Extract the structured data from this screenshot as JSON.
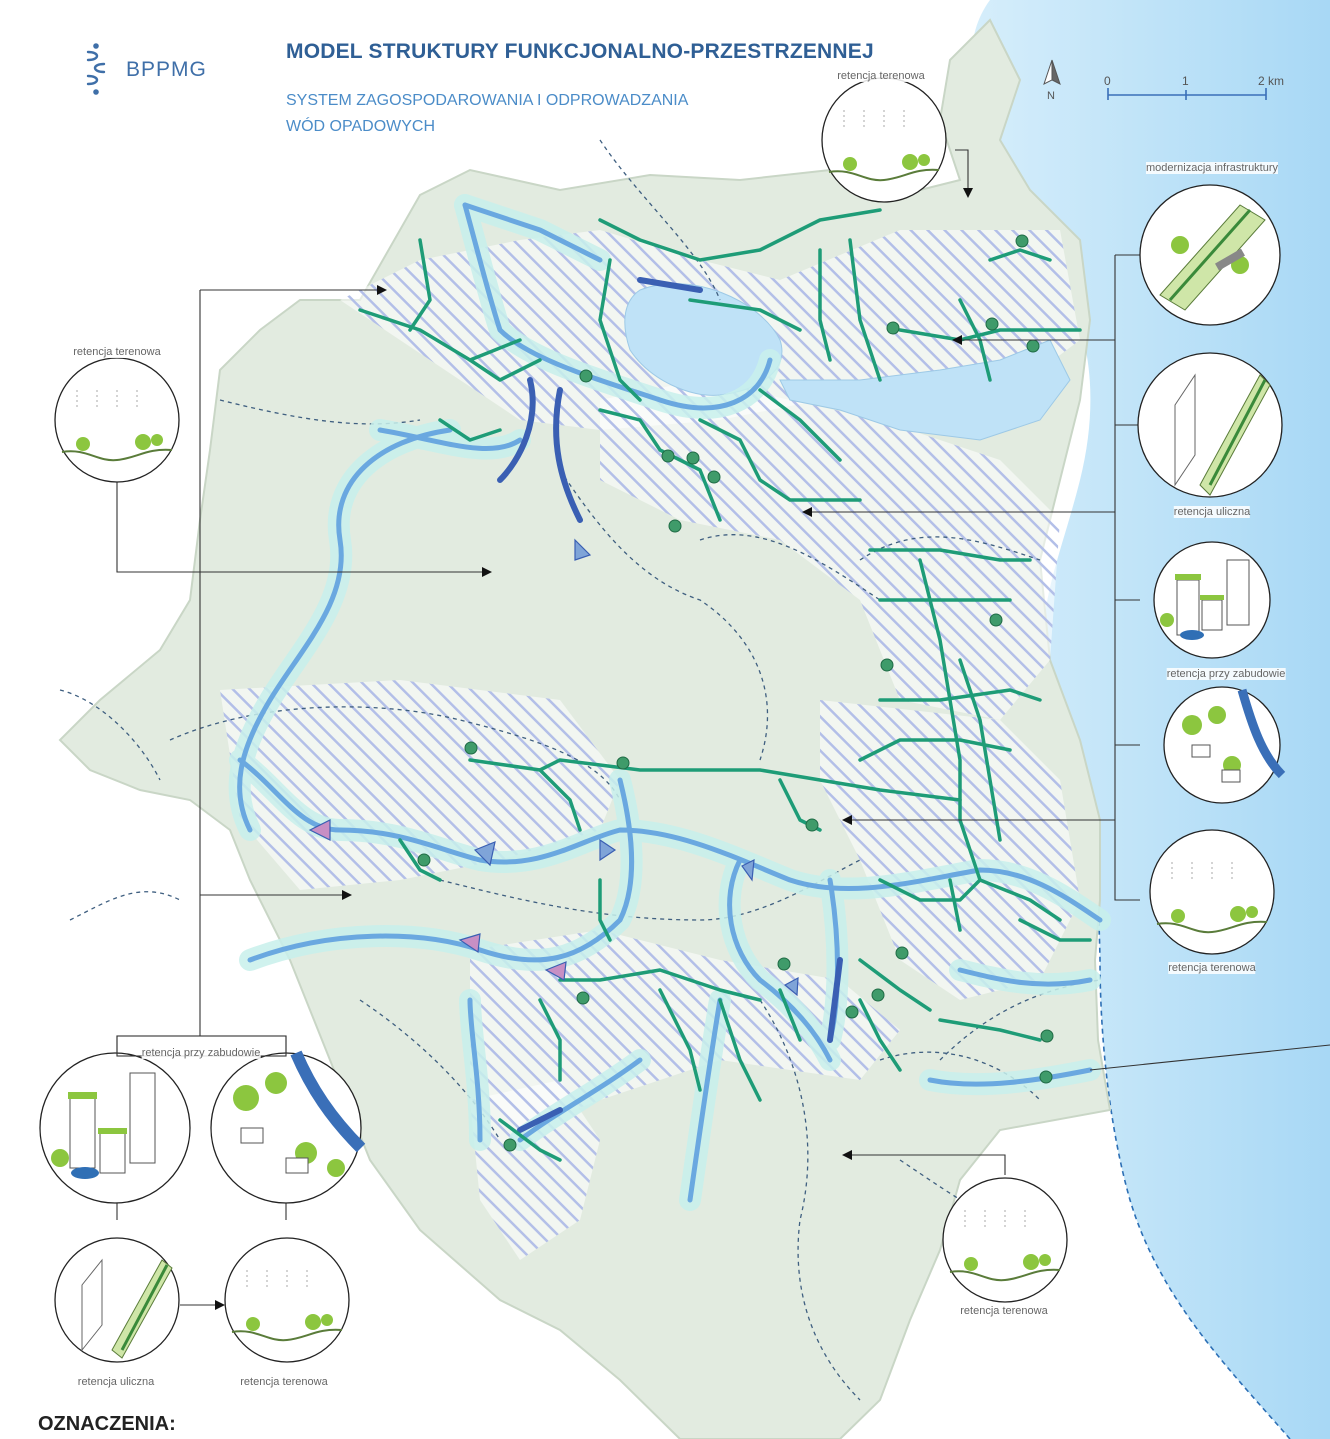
{
  "header": {
    "logo_text": "BPPMG",
    "title": "MODEL STRUKTURY FUNKCJONALNO-PRZESTRZENNEJ",
    "subtitle_line1": "SYSTEM ZAGOSPODAROWANIA I ODPROWADZANIA",
    "subtitle_line2": "WÓD OPADOWYCH"
  },
  "north_arrow": {
    "label": "N"
  },
  "scale_bar": {
    "labels": [
      "0",
      "1",
      "2 km"
    ]
  },
  "callouts": {
    "top_center": "retencja terenowa",
    "left": "retencja terenowa",
    "right_modernization": "modernizacja infrastruktury",
    "right_street": "retencja uliczna",
    "right_building": "retencja przy zabudowie",
    "right_terrain": "retencja terenowa",
    "bottom_left_group": "retencja przy zabudowie",
    "bottom_left_street": "retencja uliczna",
    "bottom_left_terrain": "retencja terenowa",
    "bottom_right": "retencja terenowa"
  },
  "legend": {
    "title": "OZNACZENIA:"
  },
  "colors": {
    "land": "#e2ebe0",
    "land_stroke": "#c9d6c6",
    "sea": "#bfe2f7",
    "river": "#6aa8e0",
    "river_glow": "#c8f0ec",
    "drainage": "#1e9c77",
    "retention_point": "#3f9b6a",
    "canal": "#3a5fb3",
    "hatch": "#b8c4ea",
    "boundary": "#4a6a8a"
  }
}
